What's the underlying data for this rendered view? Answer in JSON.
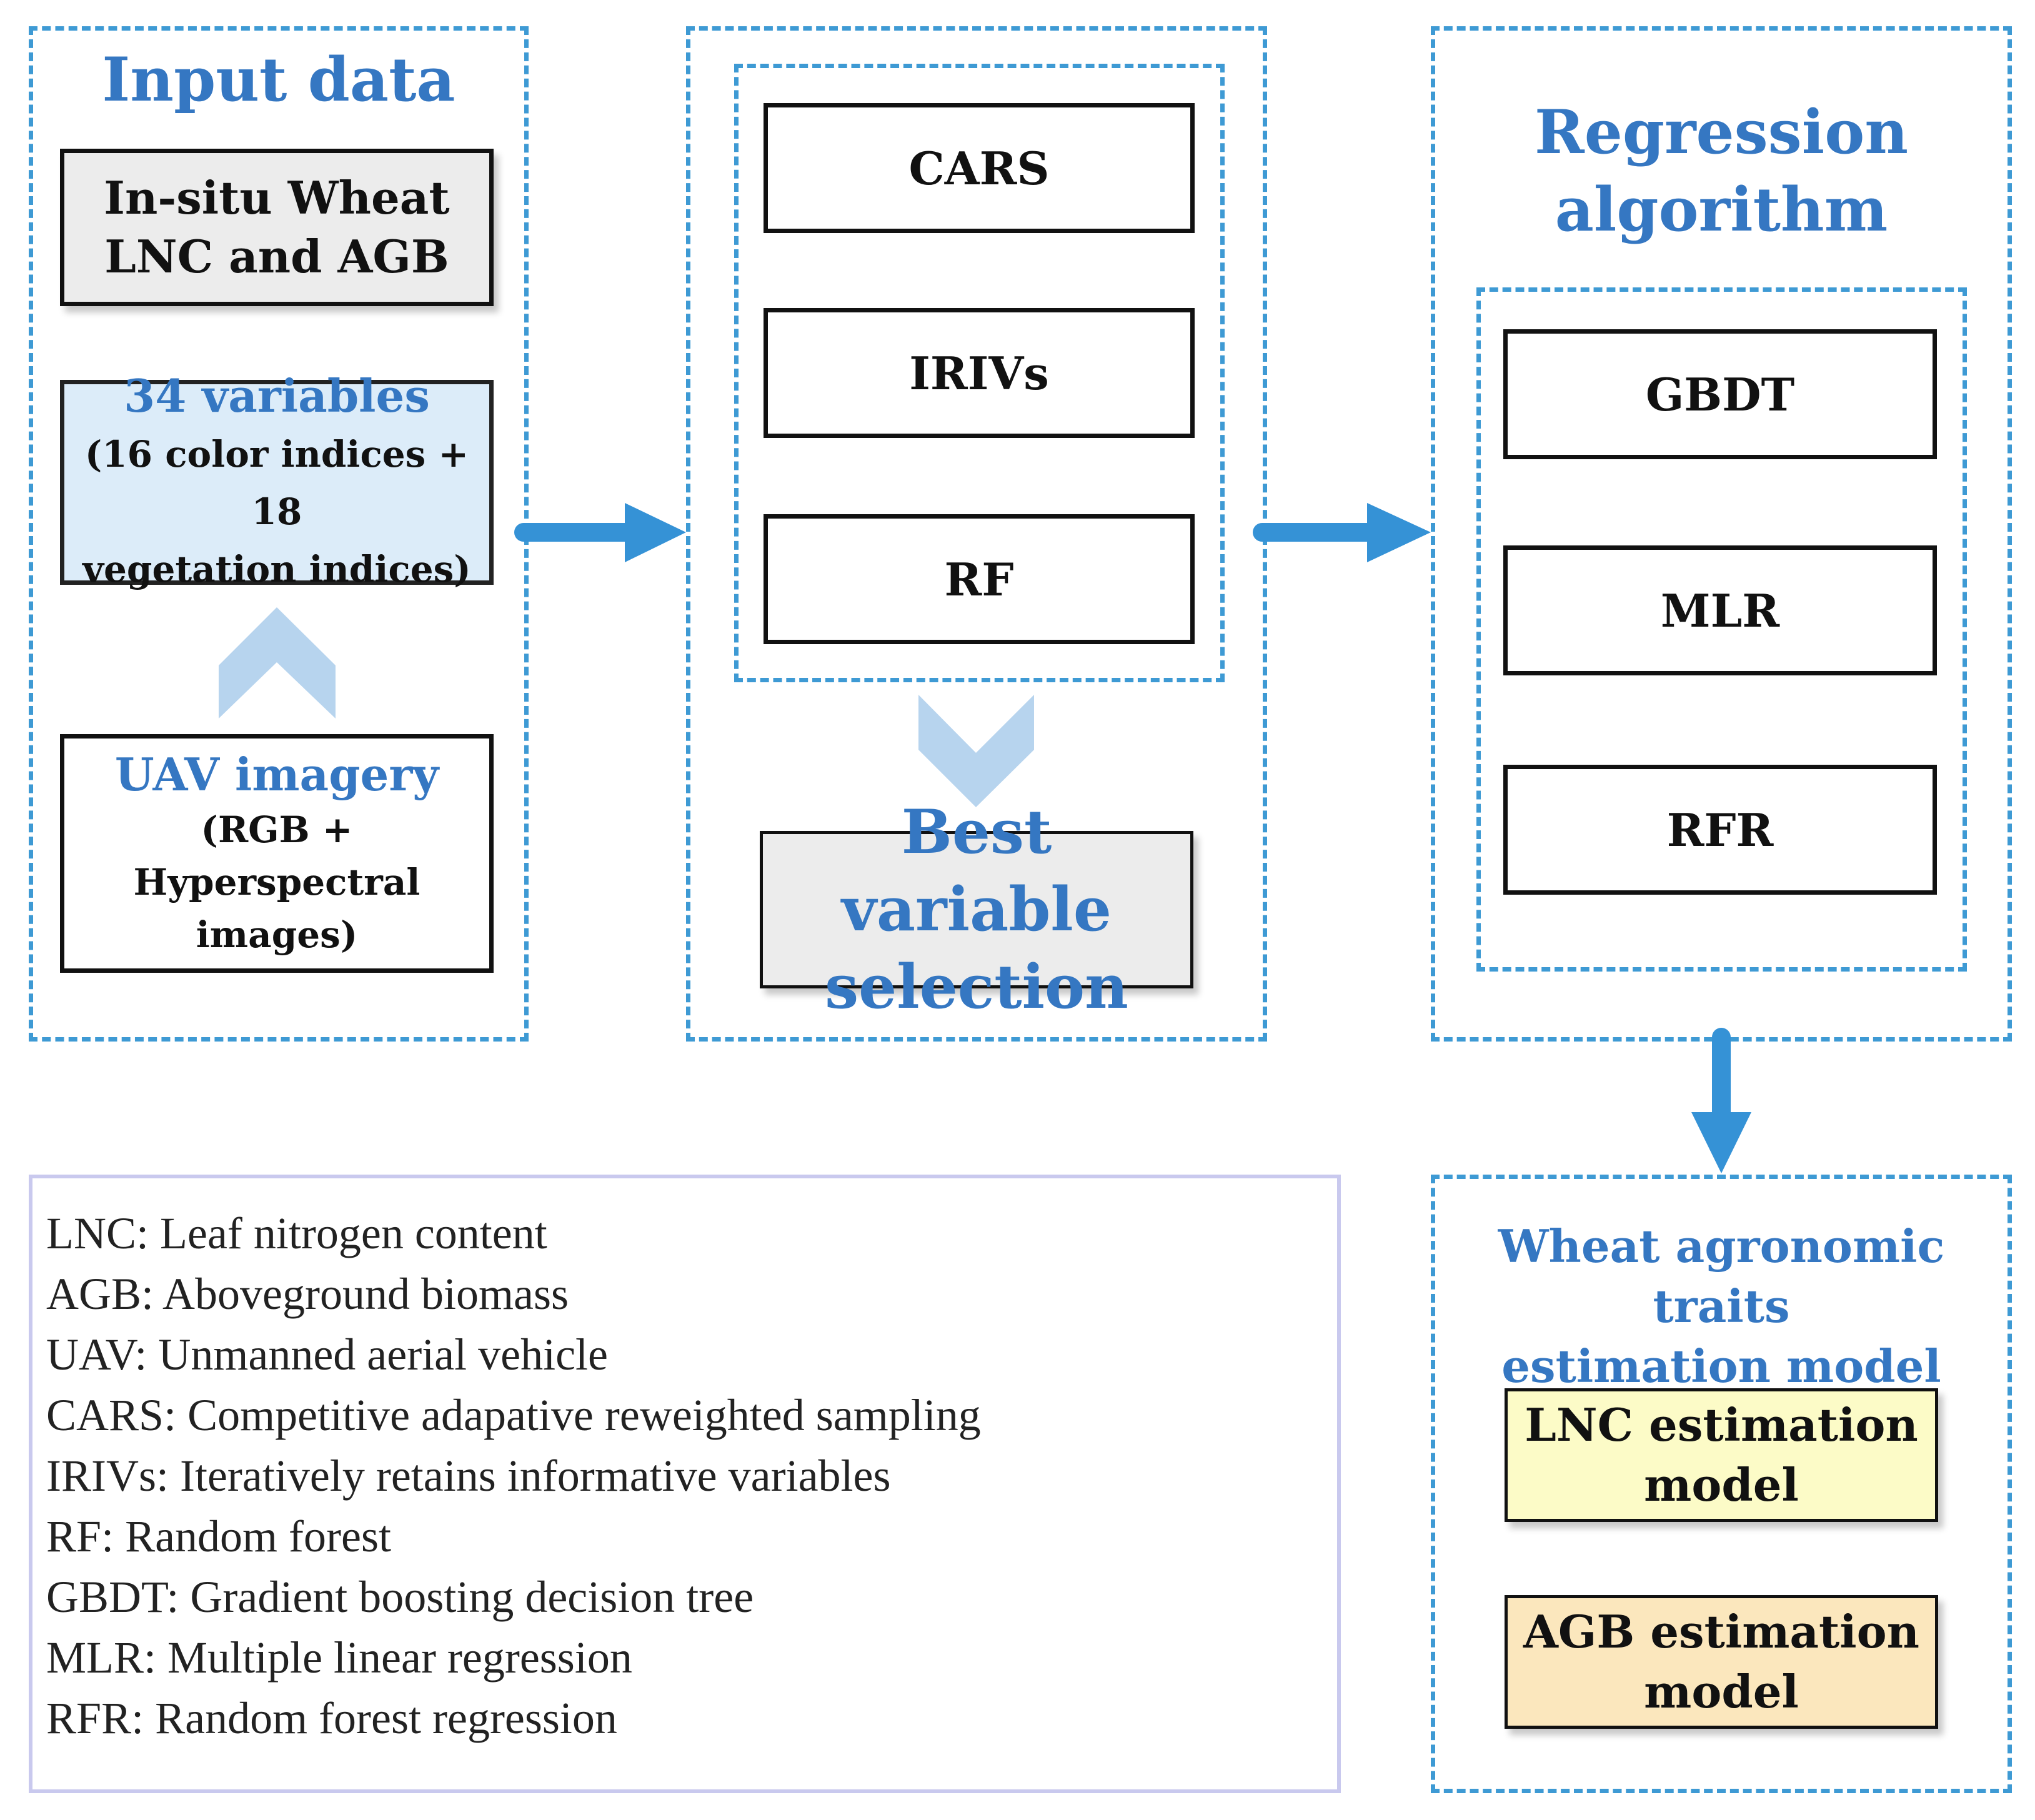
{
  "input_data": {
    "title": "Input data",
    "insitu": {
      "line1": "In-situ Wheat",
      "line2": "LNC and AGB"
    },
    "variables": {
      "title": "34 variables",
      "line1": "(16 color indices + 18",
      "line2": "vegetation indices)"
    },
    "uav": {
      "title": "UAV imagery",
      "line1": "(RGB +",
      "line2": "Hyperspectral",
      "line3": "images)"
    }
  },
  "selection": {
    "methods": [
      "CARS",
      "IRIVs",
      "RF"
    ],
    "result": {
      "line1": "Best variable",
      "line2": "selection"
    }
  },
  "regression": {
    "title": {
      "line1": "Regression",
      "line2": "algorithm"
    },
    "methods": [
      "GBDT",
      "MLR",
      "RFR"
    ]
  },
  "estimation": {
    "title": {
      "line1": "Wheat agronomic traits",
      "line2": "estimation model"
    },
    "lnc": {
      "line1": "LNC estimation",
      "line2": "model"
    },
    "agb": {
      "line1": "AGB estimation",
      "line2": "model"
    }
  },
  "legend": [
    "LNC: Leaf nitrogen content",
    "AGB: Aboveground biomass",
    "UAV: Unmanned aerial vehicle",
    "CARS: Competitive adapative reweighted sampling",
    "IRIVs: Iteratively retains informative variables",
    "RF: Random forest",
    "GBDT: Gradient boosting decision tree",
    "MLR: Multiple linear regression",
    "RFR: Random forest regression"
  ],
  "colors": {
    "panel_border": "#3e9ad4",
    "title_blue": "#3577c2",
    "arrow_blue": "#3592d6",
    "chevron_blue": "#b7d4ee",
    "box_gray": "#ececec",
    "box_lightblue": "#dcecf9",
    "box_yellow": "#fcfbc7",
    "box_peach": "#fbe7bd",
    "legend_border": "#c9c9ee"
  }
}
